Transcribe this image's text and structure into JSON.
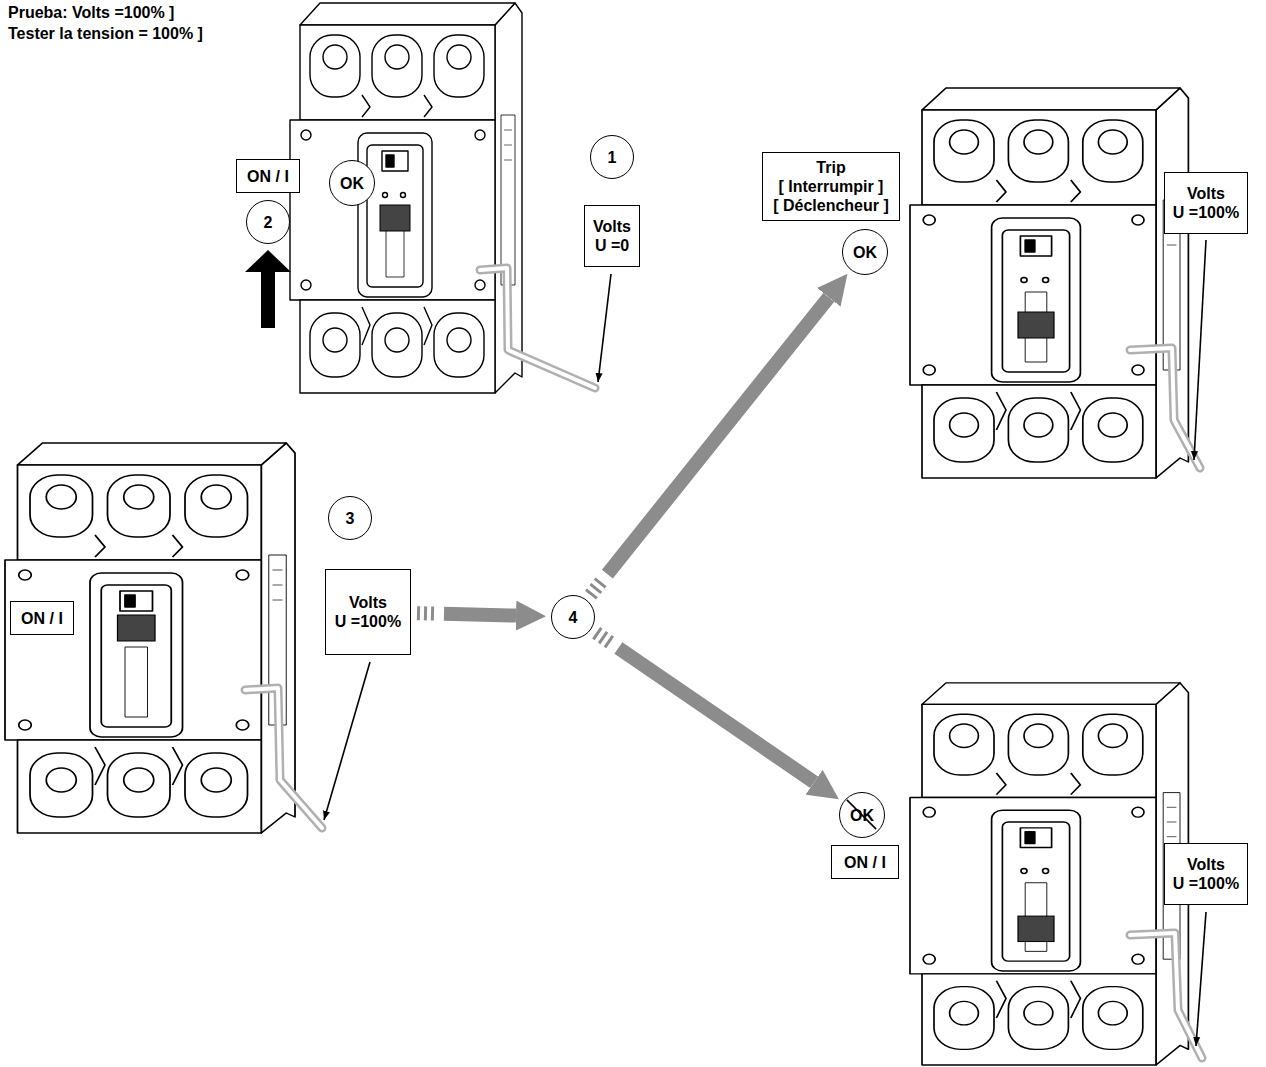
{
  "diagram": {
    "nodes": [
      {
        "text": [
          "ON / I"
        ]
      },
      {
        "text": [
          "2"
        ]
      },
      {
        "text": [
          "OK"
        ]
      },
      {
        "text": [
          "1"
        ]
      },
      {
        "text": [
          "Volts",
          "U =0"
        ]
      },
      {
        "text": [
          "ON / I"
        ]
      },
      {
        "text": [
          "3"
        ]
      },
      {
        "text": [
          "Volts",
          "U =100%"
        ]
      },
      {
        "text": [
          "4"
        ]
      },
      {
        "text": [
          "Trip",
          "[ Interrumpir ]",
          "[ Déclencheur ]"
        ]
      },
      {
        "text": [
          "OK"
        ]
      },
      {
        "text": [
          "Volts",
          "U =100%"
        ]
      },
      {
        "text": [
          "OK"
        ]
      },
      {
        "text": [
          "ON / I"
        ]
      },
      {
        "text": [
          "Volts",
          "U =100%"
        ]
      }
    ],
    "edges": [
      {
        "from": 7,
        "to": 8,
        "arrow": "to"
      },
      {
        "from": 8,
        "to": 10,
        "arrow": "to"
      },
      {
        "from": 8,
        "to": 12,
        "arrow": "to"
      }
    ],
    "labels": [
      "Prueba: Volts =100% ]",
      "Tester la tension = 100% ]"
    ]
  }
}
